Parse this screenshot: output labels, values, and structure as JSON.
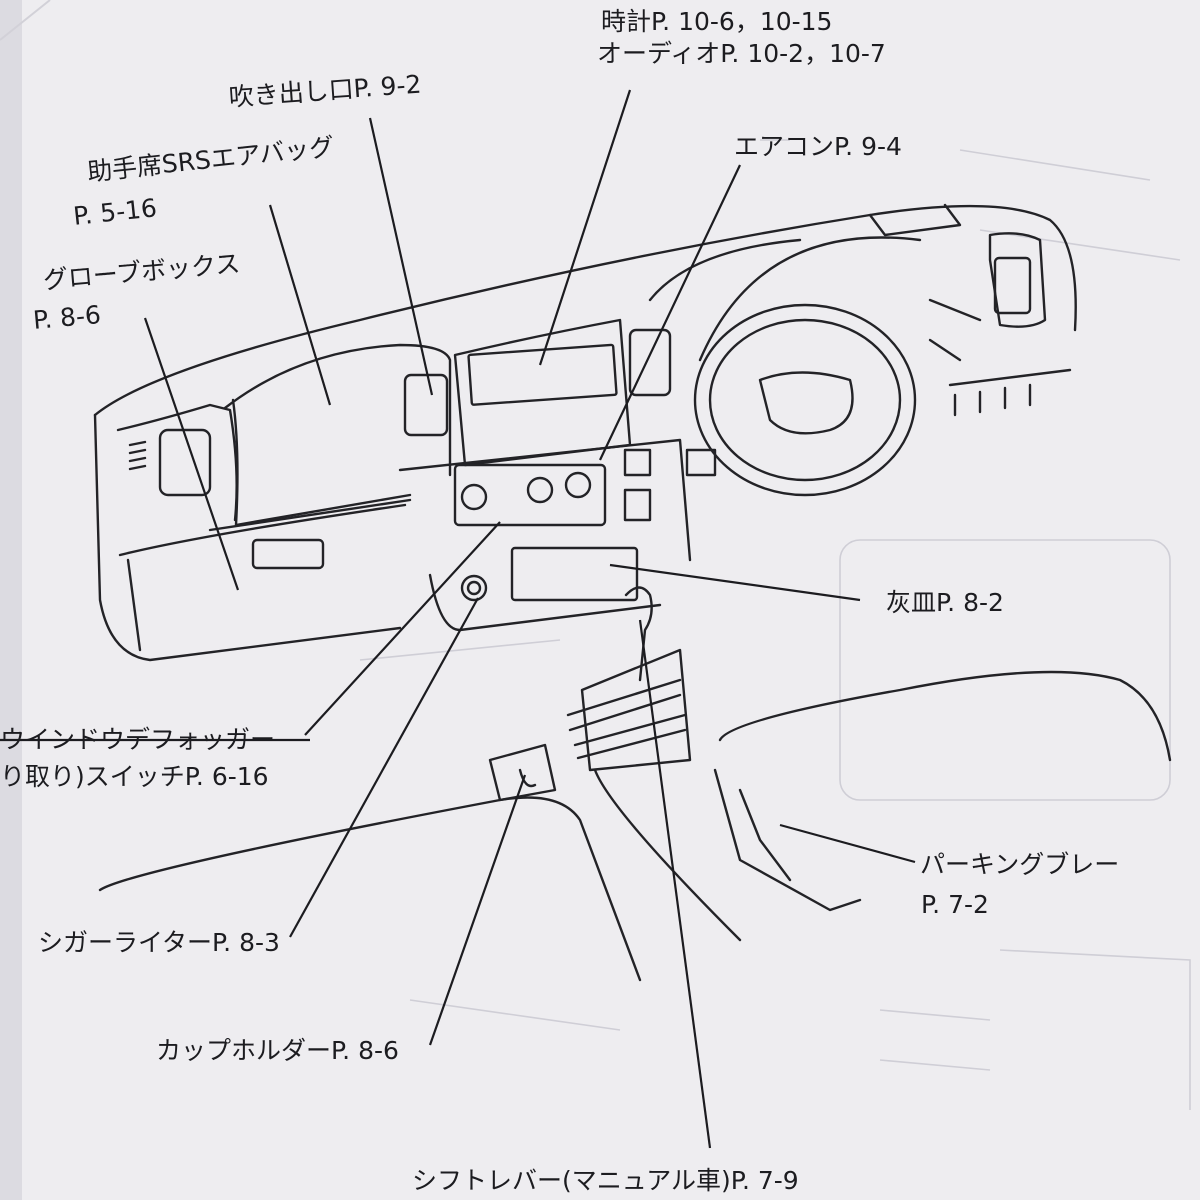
{
  "callouts": [
    {
      "id": "clock",
      "text": "時計P. 10-6，10-15"
    },
    {
      "id": "audio",
      "text": "オーディオP. 10-2，10-7"
    },
    {
      "id": "vent",
      "text": "吹き出し口P. 9-2"
    },
    {
      "id": "aircon",
      "text": "エアコンP. 9-4"
    },
    {
      "id": "airbag-1",
      "text": "助手席SRSエアバッグ"
    },
    {
      "id": "airbag-2",
      "text": "P. 5-16"
    },
    {
      "id": "glovebox-1",
      "text": "グローブボックス"
    },
    {
      "id": "glovebox-2",
      "text": "P. 8-6"
    },
    {
      "id": "ashtray",
      "text": "灰皿P. 8-2"
    },
    {
      "id": "defogger-1",
      "text": "ウインドウデフォッガー"
    },
    {
      "id": "defogger-2",
      "text": "り取り)スイッチP. 6-16"
    },
    {
      "id": "parking-1",
      "text": "パーキングブレー"
    },
    {
      "id": "parking-2",
      "text": "P. 7-2"
    },
    {
      "id": "cigar",
      "text": "シガーライターP. 8-3"
    },
    {
      "id": "cupholder",
      "text": "カップホルダーP. 8-6"
    },
    {
      "id": "shift",
      "text": "シフトレバー(マニュアル車)P. 7-9"
    }
  ],
  "colors": {
    "paper": "#eeedf0",
    "ink": "#1e1e22",
    "faint": "#c9c8d0"
  }
}
